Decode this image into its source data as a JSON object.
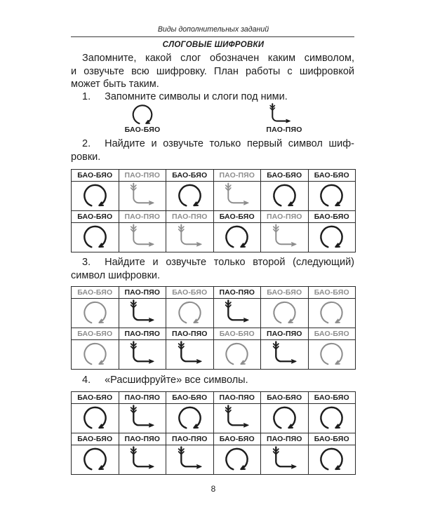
{
  "page": {
    "running_head": "Виды дополнительных заданий",
    "title": "СЛОГОВЫЕ ШИФРОВКИ",
    "page_number": "8"
  },
  "intro": {
    "lines": [
      "Запомните, какой слог обозначен каким символом,",
      "и озвучьте всю шифровку. План работы с шифровкой",
      "может быть таким."
    ]
  },
  "items": [
    {
      "number": "1.",
      "lines": [
        "Запомните символы и слоги под ними."
      ]
    },
    {
      "number": "2.",
      "lines": [
        "Найдите и озвучьте только первый символ шиф-",
        "ровки."
      ]
    },
    {
      "number": "3.",
      "lines": [
        "Найдите и озвучьте только второй (следующий)",
        "символ шифровки."
      ]
    },
    {
      "number": "4.",
      "lines": [
        "«Расшифруйте» все символы."
      ]
    }
  ],
  "legend": [
    {
      "label": "БАО-БЯО",
      "symbol": "circle-arrow"
    },
    {
      "label": "ПАО-ПЯО",
      "symbol": "elbow-arrow"
    }
  ],
  "tables": [
    {
      "name": "exercise-2-table",
      "bands": [
        {
          "cells": [
            {
              "label": "БАО-БЯО",
              "symbol": "circle-arrow",
              "tone": "black"
            },
            {
              "label": "ПАО-ПЯО",
              "symbol": "elbow-arrow",
              "tone": "gray"
            },
            {
              "label": "БАО-БЯО",
              "symbol": "circle-arrow",
              "tone": "black"
            },
            {
              "label": "ПАО-ПЯО",
              "symbol": "elbow-arrow",
              "tone": "gray"
            },
            {
              "label": "БАО-БЯО",
              "symbol": "circle-arrow",
              "tone": "black"
            },
            {
              "label": "БАО-БЯО",
              "symbol": "circle-arrow",
              "tone": "black"
            }
          ]
        },
        {
          "cells": [
            {
              "label": "БАО-БЯО",
              "symbol": "circle-arrow",
              "tone": "black"
            },
            {
              "label": "ПАО-ПЯО",
              "symbol": "elbow-arrow",
              "tone": "gray"
            },
            {
              "label": "ПАО-ПЯО",
              "symbol": "elbow-arrow",
              "tone": "gray"
            },
            {
              "label": "БАО-БЯО",
              "symbol": "circle-arrow",
              "tone": "black"
            },
            {
              "label": "ПАО-ПЯО",
              "symbol": "elbow-arrow",
              "tone": "gray"
            },
            {
              "label": "БАО-БЯО",
              "symbol": "circle-arrow",
              "tone": "black"
            }
          ]
        }
      ]
    },
    {
      "name": "exercise-3-table",
      "bands": [
        {
          "cells": [
            {
              "label": "БАО-БЯО",
              "symbol": "circle-arrow",
              "tone": "gray"
            },
            {
              "label": "ПАО-ПЯО",
              "symbol": "elbow-arrow",
              "tone": "black"
            },
            {
              "label": "БАО-БЯО",
              "symbol": "circle-arrow",
              "tone": "gray"
            },
            {
              "label": "ПАО-ПЯО",
              "symbol": "elbow-arrow",
              "tone": "black"
            },
            {
              "label": "БАО-БЯО",
              "symbol": "circle-arrow",
              "tone": "gray"
            },
            {
              "label": "БАО-БЯО",
              "symbol": "circle-arrow",
              "tone": "gray"
            }
          ]
        },
        {
          "cells": [
            {
              "label": "БАО-БЯО",
              "symbol": "circle-arrow",
              "tone": "gray"
            },
            {
              "label": "ПАО-ПЯО",
              "symbol": "elbow-arrow",
              "tone": "black"
            },
            {
              "label": "ПАО-ПЯО",
              "symbol": "elbow-arrow",
              "tone": "black"
            },
            {
              "label": "БАО-БЯО",
              "symbol": "circle-arrow",
              "tone": "gray"
            },
            {
              "label": "ПАО-ПЯО",
              "symbol": "elbow-arrow",
              "tone": "black"
            },
            {
              "label": "БАО-БЯО",
              "symbol": "circle-arrow",
              "tone": "gray"
            }
          ]
        }
      ]
    },
    {
      "name": "exercise-4-table",
      "bands": [
        {
          "cells": [
            {
              "label": "БАО-БЯО",
              "symbol": "circle-arrow",
              "tone": "black"
            },
            {
              "label": "ПАО-ПЯО",
              "symbol": "elbow-arrow",
              "tone": "black"
            },
            {
              "label": "БАО-БЯО",
              "symbol": "circle-arrow",
              "tone": "black"
            },
            {
              "label": "ПАО-ПЯО",
              "symbol": "elbow-arrow",
              "tone": "black"
            },
            {
              "label": "БАО-БЯО",
              "symbol": "circle-arrow",
              "tone": "black"
            },
            {
              "label": "БАО-БЯО",
              "symbol": "circle-arrow",
              "tone": "black"
            }
          ]
        },
        {
          "cells": [
            {
              "label": "БАО-БЯО",
              "symbol": "circle-arrow",
              "tone": "black"
            },
            {
              "label": "ПАО-ПЯО",
              "symbol": "elbow-arrow",
              "tone": "black"
            },
            {
              "label": "ПАО-ПЯО",
              "symbol": "elbow-arrow",
              "tone": "black"
            },
            {
              "label": "БАО-БЯО",
              "symbol": "circle-arrow",
              "tone": "black"
            },
            {
              "label": "ПАО-ПЯО",
              "symbol": "elbow-arrow",
              "tone": "black"
            },
            {
              "label": "БАО-БЯО",
              "symbol": "circle-arrow",
              "tone": "black"
            }
          ]
        }
      ]
    }
  ],
  "colors": {
    "ink": "#1d1d1d",
    "muted": "#8d8d8d"
  }
}
